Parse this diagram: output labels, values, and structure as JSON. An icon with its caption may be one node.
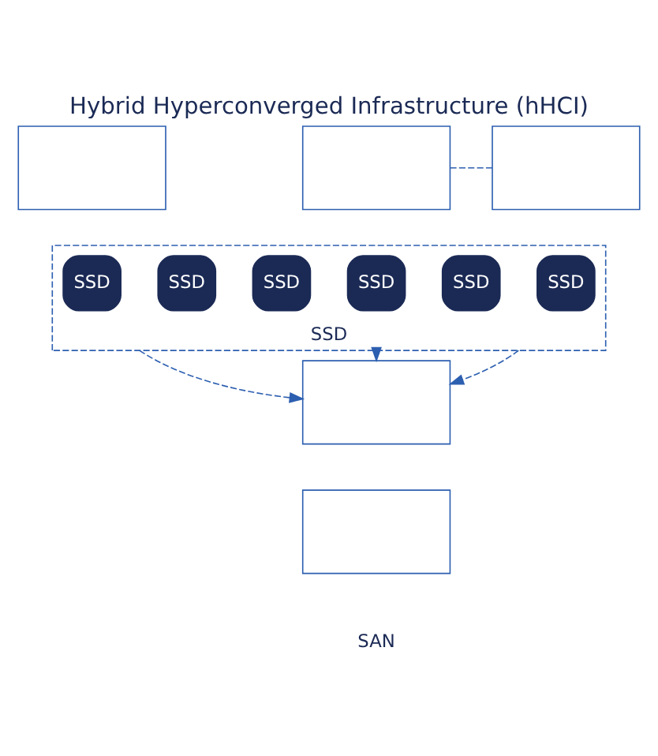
{
  "diagram": {
    "title": "Hybrid Hyperconverged Infrastructure (hHCI)",
    "nodes": [
      {
        "text": [],
        "shape": "box"
      },
      {
        "text": [],
        "shape": "box"
      },
      {
        "text": [],
        "shape": "box"
      },
      {
        "text": [
          "SSD"
        ]
      },
      {
        "text": [
          "SSD"
        ],
        "in": 3
      },
      {
        "text": [
          "SSD"
        ],
        "in": 3
      },
      {
        "text": [
          "SSD"
        ],
        "in": 3
      },
      {
        "text": [
          "SSD"
        ],
        "in": 3
      },
      {
        "text": [
          "SSD"
        ],
        "in": 3
      },
      {
        "text": [
          "SSD"
        ],
        "in": 3
      },
      {
        "text": [],
        "shape": "box"
      },
      {
        "text": [],
        "shape": "box"
      }
    ],
    "edges": [
      {
        "from": 1,
        "to": 2,
        "arrow": "none",
        "style": "dashed"
      },
      {
        "from": 3,
        "to": 10,
        "arrow": "to",
        "style": "dashed"
      },
      {
        "from": 3,
        "to": 10,
        "arrow": "to",
        "style": "dashed"
      },
      {
        "from": 3,
        "to": 10,
        "arrow": "to",
        "style": "dashed"
      }
    ],
    "labels": [
      "SAN"
    ]
  }
}
